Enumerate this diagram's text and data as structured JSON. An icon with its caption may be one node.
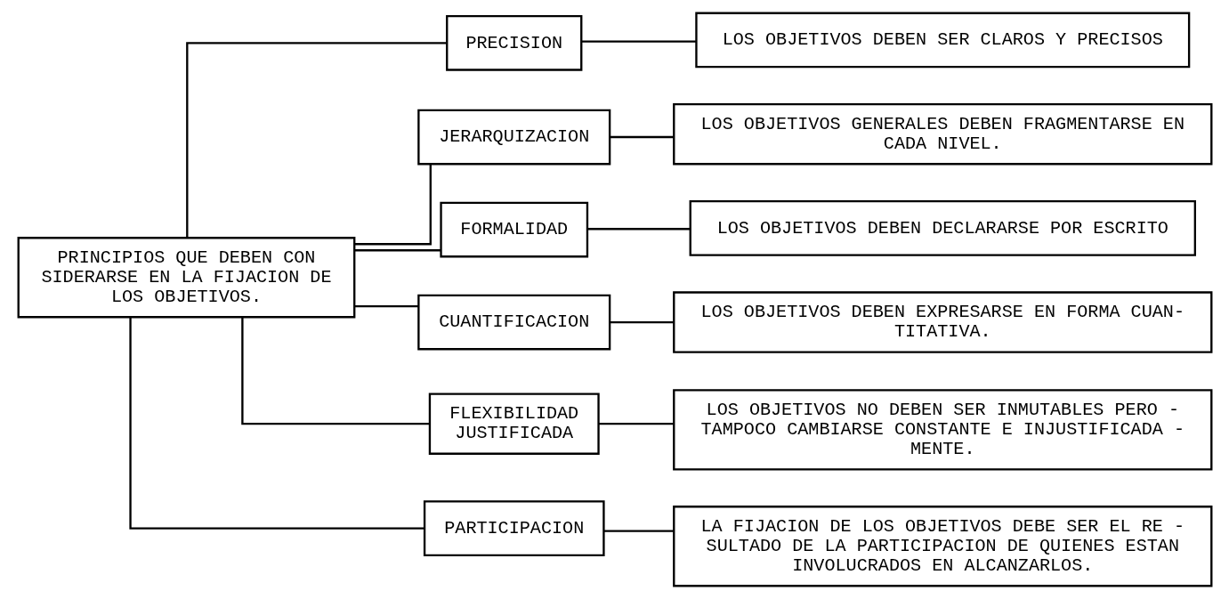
{
  "diagram": {
    "nodes": [
      {
        "text": [
          "PRINCIPIOS QUE DEBEN CON SIDERARSE EN LA FIJACION DE LOS OBJETIVOS."
        ]
      },
      {
        "text": [
          "PRECISION"
        ]
      },
      {
        "text": [
          "JERARQUIZACION"
        ]
      },
      {
        "text": [
          "FORMALIDAD"
        ]
      },
      {
        "text": [
          "CUANTIFICACION"
        ]
      },
      {
        "text": [
          "FLEXIBILIDAD JUSTIFICADA"
        ]
      },
      {
        "text": [
          "PARTICIPACION"
        ]
      },
      {
        "text": [
          "LOS OBJETIVOS DEBEN SER CLAROS Y PRECISOS"
        ]
      },
      {
        "text": [
          "LOS OBJETIVOS GENERALES DEBEN FRAGMENTARSE EN CADA NIVEL."
        ]
      },
      {
        "text": [
          "LOS OBJETIVOS DEBEN DECLARARSE POR ESCRITO"
        ]
      },
      {
        "text": [
          "LOS OBJETIVOS DEBEN EXPRESARSE EN FORMA CUAN- TITATIVA."
        ]
      },
      {
        "text": [
          "LOS OBJETIVOS NO DEBEN SER INMUTABLES PERO - TAMPOCO CAMBIARSE CONSTANTE E INJUSTIFICADA - MENTE."
        ]
      },
      {
        "text": [
          "LA FIJACION DE LOS OBJETIVOS DEBE SER EL RE - SULTADO DE LA PARTICIPACION DE QUIENES ESTAN INVOLUCRADOS EN ALCANZARLOS."
        ]
      }
    ],
    "edges": [
      {
        "from": 0,
        "to": 1,
        "arrow": "none"
      },
      {
        "from": 0,
        "to": 2,
        "arrow": "none"
      },
      {
        "from": 0,
        "to": 3,
        "arrow": "none"
      },
      {
        "from": 0,
        "to": 4,
        "arrow": "none"
      },
      {
        "from": 0,
        "to": 5,
        "arrow": "none"
      },
      {
        "from": 0,
        "to": 6,
        "arrow": "none"
      },
      {
        "from": 1,
        "to": 7,
        "arrow": "none"
      },
      {
        "from": 2,
        "to": 8,
        "arrow": "none"
      },
      {
        "from": 3,
        "to": 9,
        "arrow": "none"
      },
      {
        "from": 4,
        "to": 10,
        "arrow": "none"
      },
      {
        "from": 5,
        "to": 11,
        "arrow": "none"
      },
      {
        "from": 6,
        "to": 12,
        "arrow": "none"
      }
    ]
  }
}
